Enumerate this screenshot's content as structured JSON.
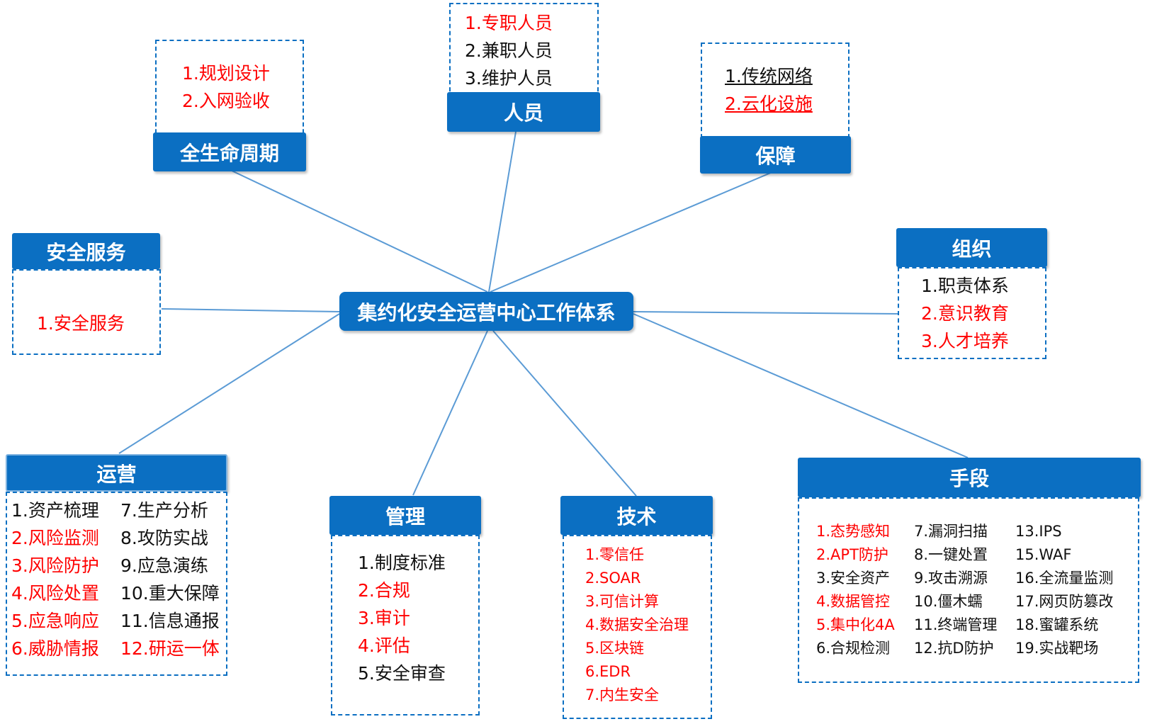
{
  "center": {
    "title": "集约化安全运营中心工作体系"
  },
  "colors": {
    "accent": "#0b6fc2",
    "link": "#5b9bd5",
    "highlight": "#ff0000",
    "normal": "#111111"
  },
  "lifecycle": {
    "title": "全生命周期",
    "items": [
      {
        "text": "1.规划设计",
        "highlight": true
      },
      {
        "text": "2.入网验收",
        "highlight": true
      }
    ]
  },
  "personnel": {
    "title": "人员",
    "items": [
      {
        "text": "1.专职人员",
        "highlight": true
      },
      {
        "text": "2.兼职人员",
        "highlight": false
      },
      {
        "text": "3.维护人员",
        "highlight": false
      }
    ]
  },
  "guarantee": {
    "title": "保障",
    "items": [
      {
        "text": "1.传统网络",
        "highlight": false
      },
      {
        "text": "2.云化设施",
        "highlight": true
      }
    ]
  },
  "service": {
    "title": "安全服务",
    "items": [
      {
        "text": "1.安全服务",
        "highlight": true
      }
    ]
  },
  "organization": {
    "title": "组织",
    "items": [
      {
        "text": "1.职责体系",
        "highlight": false
      },
      {
        "text": "2.意识教育",
        "highlight": true
      },
      {
        "text": "3.人才培养",
        "highlight": true
      }
    ]
  },
  "operation": {
    "title": "运营",
    "col1": [
      {
        "text": "1.资产梳理",
        "highlight": false
      },
      {
        "text": "2.风险监测",
        "highlight": true
      },
      {
        "text": "3.风险防护",
        "highlight": true
      },
      {
        "text": "4.风险处置",
        "highlight": true
      },
      {
        "text": "5.应急响应",
        "highlight": true
      },
      {
        "text": "6.威胁情报",
        "highlight": true
      }
    ],
    "col2": [
      {
        "text": "7.生产分析",
        "highlight": false
      },
      {
        "text": "8.攻防实战",
        "highlight": false
      },
      {
        "text": "9.应急演练",
        "highlight": false
      },
      {
        "text": "10.重大保障",
        "highlight": false
      },
      {
        "text": "11.信息通报",
        "highlight": false
      },
      {
        "text": "12.研运一体",
        "highlight": true
      }
    ]
  },
  "management": {
    "title": "管理",
    "items": [
      {
        "text": "1.制度标准",
        "highlight": false
      },
      {
        "text": "2.合规",
        "highlight": true
      },
      {
        "text": "3.审计",
        "highlight": true
      },
      {
        "text": "4.评估",
        "highlight": true
      },
      {
        "text": "5.安全审查",
        "highlight": false
      }
    ]
  },
  "technology": {
    "title": "技术",
    "items": [
      {
        "text": "1.零信任",
        "highlight": true
      },
      {
        "text": "2.SOAR",
        "highlight": true
      },
      {
        "text": "3.可信计算",
        "highlight": true
      },
      {
        "text": "4.数据安全治理",
        "highlight": true
      },
      {
        "text": "5.区块链",
        "highlight": true
      },
      {
        "text": "6.EDR",
        "highlight": true
      },
      {
        "text": "7.内生安全",
        "highlight": true
      }
    ]
  },
  "means": {
    "title": "手段",
    "col1": [
      {
        "text": "1.态势感知",
        "highlight": true
      },
      {
        "text": "2.APT防护",
        "highlight": true
      },
      {
        "text": "3.安全资产",
        "highlight": false
      },
      {
        "text": "4.数据管控",
        "highlight": true
      },
      {
        "text": "5.集中化4A",
        "highlight": true
      },
      {
        "text": "6.合规检测",
        "highlight": false
      }
    ],
    "col2": [
      {
        "text": "7.漏洞扫描",
        "highlight": false
      },
      {
        "text": "8.一键处置",
        "highlight": false
      },
      {
        "text": "9.攻击溯源",
        "highlight": false
      },
      {
        "text": "10.僵木蠕",
        "highlight": false
      },
      {
        "text": "11.终端管理",
        "highlight": false
      },
      {
        "text": "12.抗D防护",
        "highlight": false
      }
    ],
    "col3": [
      {
        "text": "13.IPS",
        "highlight": false
      },
      {
        "text": "15.WAF",
        "highlight": false
      },
      {
        "text": "16.全流量监测",
        "highlight": false
      },
      {
        "text": "17.网页防篡改",
        "highlight": false
      },
      {
        "text": "18.蜜罐系统",
        "highlight": false
      },
      {
        "text": "19.实战靶场",
        "highlight": false
      }
    ]
  }
}
